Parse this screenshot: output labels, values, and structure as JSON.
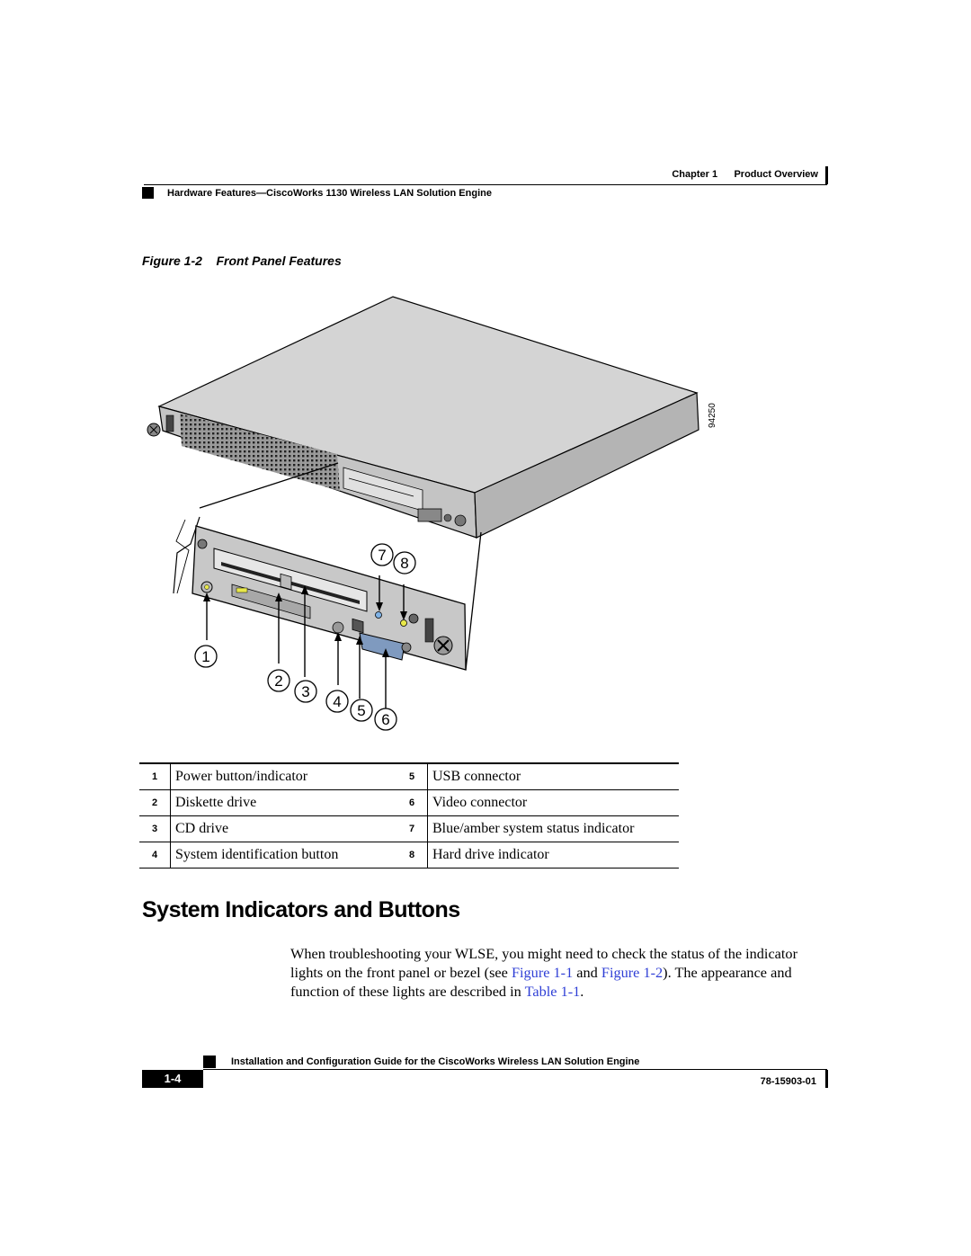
{
  "header": {
    "chapter": "Chapter 1",
    "chapter_title": "Product Overview",
    "section": "Hardware Features—CiscoWorks 1130 Wireless LAN Solution Engine"
  },
  "figure": {
    "label": "Figure 1-2",
    "title": "Front Panel Features",
    "art_id": "94250",
    "callouts": [
      "1",
      "2",
      "3",
      "4",
      "5",
      "6",
      "7",
      "8"
    ]
  },
  "legend": {
    "rows": [
      {
        "num_a": "1",
        "label_a": "Power button/indicator",
        "num_b": "5",
        "label_b": "USB connector"
      },
      {
        "num_a": "2",
        "label_a": "Diskette drive",
        "num_b": "6",
        "label_b": "Video connector"
      },
      {
        "num_a": "3",
        "label_a": "CD drive",
        "num_b": "7",
        "label_b": "Blue/amber system status indicator"
      },
      {
        "num_a": "4",
        "label_a": "System identification button",
        "num_b": "8",
        "label_b": "Hard drive indicator"
      }
    ]
  },
  "section": {
    "heading": "System Indicators and Buttons"
  },
  "body": {
    "text_1": "When troubleshooting your WLSE, you might need to check the status of the indicator lights on the front panel or bezel (see ",
    "link_1": "Figure 1-1",
    "text_2": " and ",
    "link_2": "Figure 1-2",
    "text_3": "). The appearance and function of these lights are described in ",
    "link_3": "Table 1-1",
    "text_4": "."
  },
  "footer": {
    "title": "Installation and Configuration Guide for the CiscoWorks Wireless LAN Solution Engine",
    "page": "1-4",
    "doc_number": "78-15903-01"
  },
  "colors": {
    "link": "#2f3fd6",
    "chassis_top": "#d4d4d4",
    "chassis_front": "#bdbdbd",
    "status_led": "#7fb2e5",
    "drive_led": "#e8e84a"
  }
}
